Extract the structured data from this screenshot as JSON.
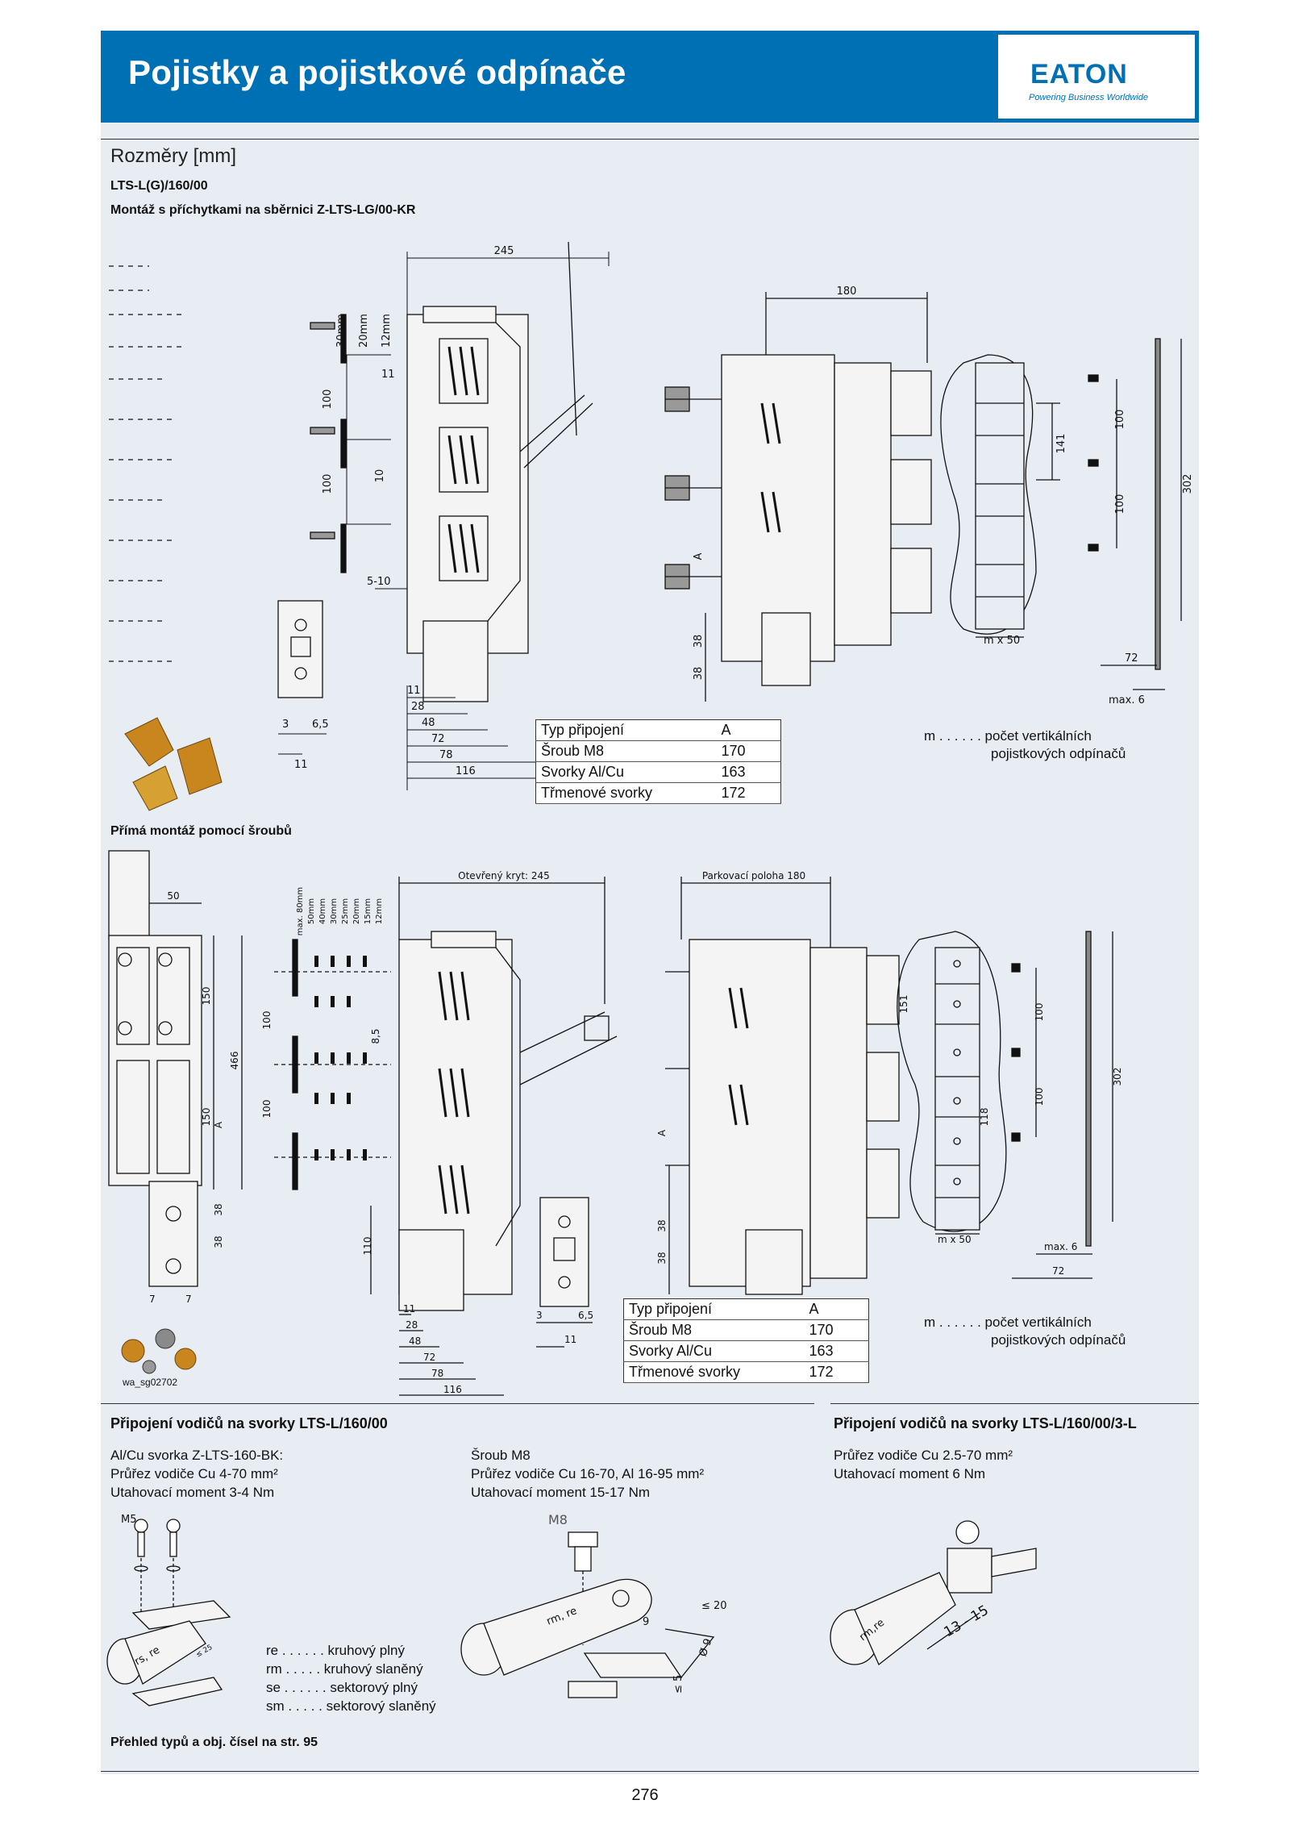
{
  "header": {
    "title": "Pojistky a pojistkové odpínače",
    "logo": "EATON",
    "tagline": "Powering Business Worldwide"
  },
  "section": {
    "title": "Rozměry [mm]",
    "model": "LTS-L(G)/160/00",
    "subtitle1": "Montáž s příchytkami na sběrnici Z-LTS-LG/00-KR",
    "subtitle2": "Přímá montáž pomocí šroubů"
  },
  "table_header": [
    "Typ připojení",
    "A"
  ],
  "table_rows": [
    [
      "Šroub M8",
      "170"
    ],
    [
      "Svorky Al/Cu",
      "163"
    ],
    [
      "Třmenové svorky",
      "172"
    ]
  ],
  "m_note": {
    "line1": "m . . . . . . počet vertikálních",
    "line2": "pojistkových odpínačů"
  },
  "dims_top": {
    "d245": "245",
    "d180": "180",
    "d30": "30mm",
    "d20": "20mm",
    "d12": "12mm",
    "d100a": "100",
    "d100b": "100",
    "d11": "11",
    "d10": "10",
    "d510": "5-10",
    "d3": "3",
    "d65": "6,5",
    "d11b": "11",
    "d28": "28",
    "d48": "48",
    "d72": "72",
    "d78": "78",
    "d116": "116",
    "dA": "A",
    "d38a": "38",
    "d38b": "38",
    "d141": "141",
    "dmx50": "m x 50",
    "d100c": "100",
    "d100d": "100",
    "d302": "302",
    "d72b": "72",
    "dmax6": "max. 6"
  },
  "dims_bottom": {
    "open": "Otevřený kryt: 245",
    "park": "Parkovací poloha 180",
    "d50": "50",
    "d150a": "150",
    "d150b": "150",
    "d466": "466",
    "dA": "A",
    "d38a": "38",
    "d38b": "38",
    "d7a": "7",
    "d7b": "7",
    "spacing": [
      "max. 80mm",
      "50mm",
      "40mm",
      "30mm",
      "25mm",
      "20mm",
      "15mm",
      "12mm"
    ],
    "d100a": "100",
    "d100b": "100",
    "d85": "8,5",
    "d110": "110",
    "d11": "11",
    "d28": "28",
    "d48": "48",
    "d72": "72",
    "d78": "78",
    "d116": "116",
    "d3": "3",
    "d65": "6,5",
    "d11b": "11",
    "dA2": "A",
    "d38c": "38",
    "d38d": "38",
    "d151": "151",
    "d118": "118",
    "dmx50": "m x 50",
    "d100c": "100",
    "d100d": "100",
    "d302": "302",
    "dmax6": "max. 6"
  },
  "image_code": "wa_sg02702",
  "conn1": {
    "title": "Připojení vodičů na svorky LTS-L/160/00",
    "col1": {
      "l1": "Al/Cu svorka Z-LTS-160-BK:",
      "l2": "Průřez vodiče Cu 4-70 mm²",
      "l3": "Utahovací moment 3-4 Nm"
    },
    "col2": {
      "l1": "Šroub M8",
      "l2": "Průřez vodiče Cu 16-70, Al 16-95 mm²",
      "l3": "Utahovací moment 15-17 Nm"
    }
  },
  "conn2": {
    "title": "Připojení vodičů na svorky LTS-L/160/00/3-L",
    "l1": "Průřez vodiče Cu 2.5-70 mm²",
    "l2": "Utahovací moment 6 Nm"
  },
  "figure_labels": {
    "m5": "M5",
    "m8": "M8",
    "rsre": "rs, re",
    "rmre": "rm, re",
    "rmre2": "rm,re",
    "le20": "≤ 20",
    "d9": "9",
    "phi9": "Ø 9",
    "le5": "≤ 5",
    "d1315": "13 - 15",
    "le25": "≤ 25"
  },
  "legend": [
    "re . . . . . . kruhový plný",
    "rm . . . . . kruhový slaněný",
    "se . . . . . . sektorový plný",
    "sm . . . . . sektorový slaněný"
  ],
  "footer_note": "Přehled typů a obj. čísel na str. 95",
  "page_number": "276"
}
